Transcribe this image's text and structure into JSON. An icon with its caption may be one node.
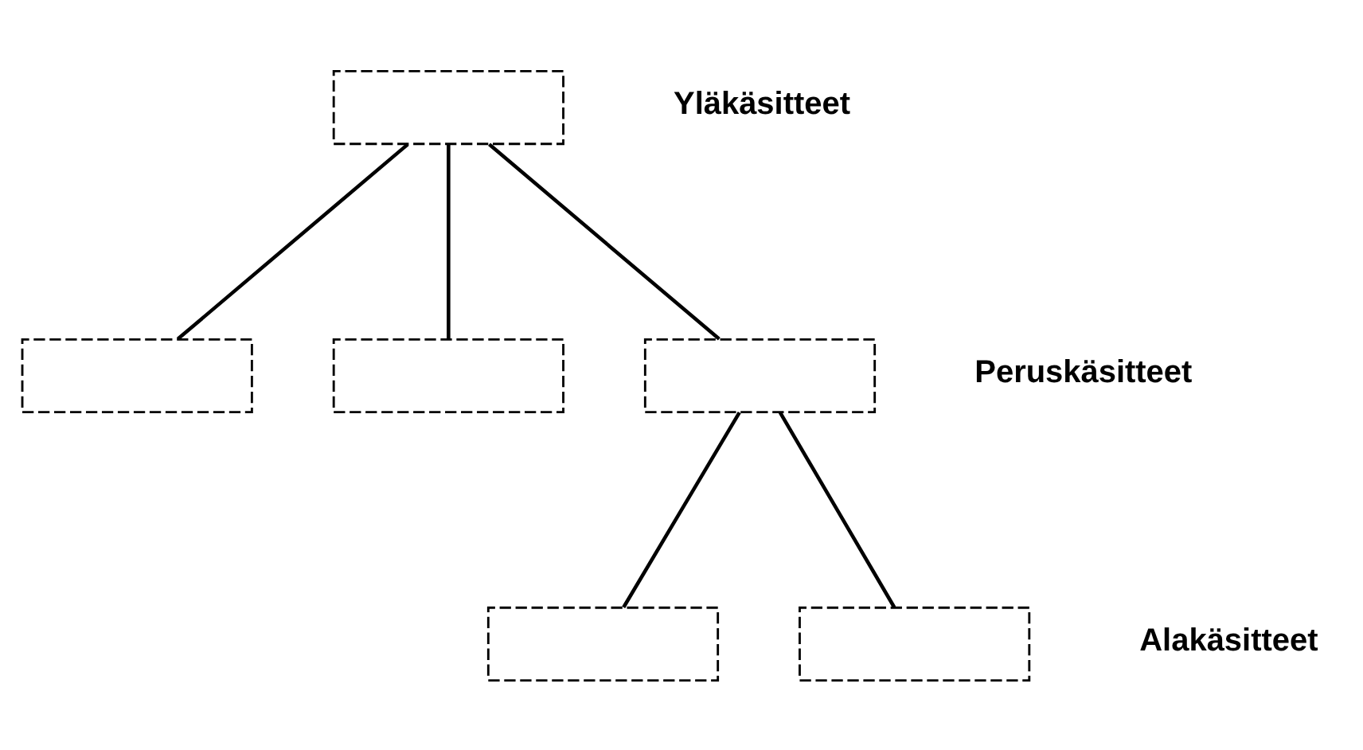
{
  "diagram": {
    "nodes": [
      {
        "text": [],
        "shape": "box"
      },
      {
        "text": [],
        "shape": "box"
      },
      {
        "text": [],
        "shape": "box"
      },
      {
        "text": [],
        "shape": "box"
      },
      {
        "text": [],
        "shape": "box"
      },
      {
        "text": [],
        "shape": "box"
      }
    ],
    "edges": [
      {
        "from": 0,
        "to": 1,
        "arrow": "none"
      },
      {
        "from": 0,
        "to": 2,
        "arrow": "none"
      },
      {
        "from": 0,
        "to": 3,
        "arrow": "none"
      },
      {
        "from": 3,
        "to": 4,
        "arrow": "none"
      },
      {
        "from": 3,
        "to": 5,
        "arrow": "none"
      }
    ],
    "labels": [
      "Yläkäsitteet",
      "Peruskäsitteet",
      "Alakäsitteet"
    ]
  }
}
